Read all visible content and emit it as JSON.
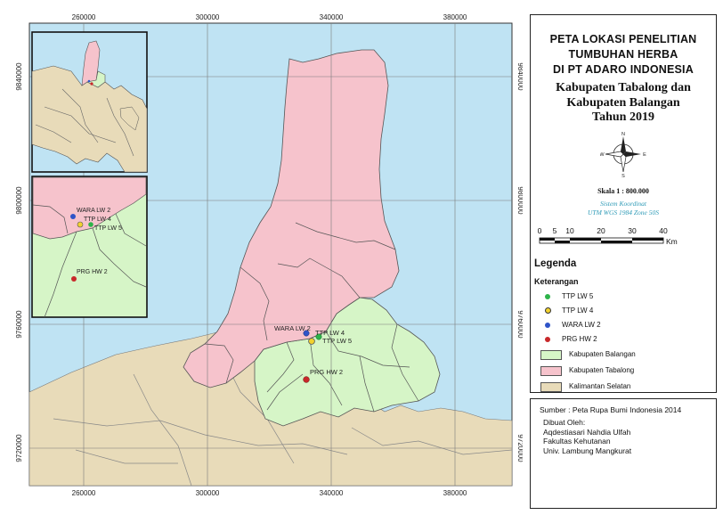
{
  "map": {
    "grid_x_labels": [
      "260000",
      "300000",
      "340000",
      "380000"
    ],
    "grid_y_labels": [
      "9840000",
      "9800000",
      "9760000",
      "9720000"
    ],
    "points": [
      {
        "label": "TTP LW 5",
        "color": "#2db34a"
      },
      {
        "label": "TTP LW 4",
        "color": "#f2d22e"
      },
      {
        "label": "WARA LW 2",
        "color": "#2f54c8"
      },
      {
        "label": "PRG HW 2",
        "color": "#c8282a"
      }
    ],
    "colors": {
      "sea": "#bfe3f3",
      "balangan": "#d6f5c7",
      "tabalong": "#f6c3cc",
      "kalsel": "#e8dbb9"
    }
  },
  "title": {
    "line1": "PETA LOKASI PENELITIAN",
    "line2": "TUMBUHAN HERBA",
    "line3": "DI PT ADARO INDONESIA",
    "line4": "Kabupaten Tabalong dan",
    "line5": "Kabupaten Balangan",
    "line6": "Tahun 2019"
  },
  "compass": {
    "n": "N",
    "s": "S",
    "w": "W",
    "e": "E"
  },
  "scale": {
    "label": "Skala 1 : 800.000",
    "coord_line1": "Sistem Koordinat",
    "coord_line2": "UTM WGS 1984 Zone 50S",
    "ticks": [
      "0",
      "5",
      "10",
      "20",
      "30",
      "40"
    ],
    "unit": "Km"
  },
  "legend": {
    "title": "Legenda",
    "subtitle": "Keterangan",
    "points": [
      {
        "label": "TTP LW 5",
        "color": "#2db34a"
      },
      {
        "label": "TTP LW 4",
        "color": "#f2d22e"
      },
      {
        "label": "WARA LW 2",
        "color": "#2f54c8"
      },
      {
        "label": "PRG HW 2",
        "color": "#c8282a"
      }
    ],
    "areas": [
      {
        "label": "Kabupaten Balangan",
        "color": "#d6f5c7"
      },
      {
        "label": "Kabupaten Tabalong",
        "color": "#f6c3cc"
      },
      {
        "label": "Kalimantan Selatan",
        "color": "#e8dbb9"
      }
    ]
  },
  "source": {
    "text": "Sumber : Peta Rupa Bumi Indonesia 2014",
    "credits": [
      "Dibuat Oleh:",
      "Aqdestiasari Nahdia Ulfah",
      "Fakultas Kehutanan",
      "Univ. Lambung Mangkurat"
    ]
  }
}
